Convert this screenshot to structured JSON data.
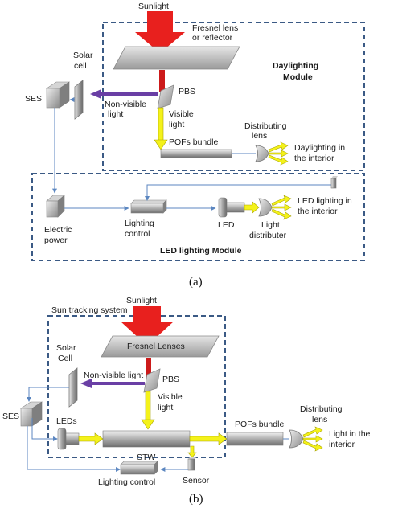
{
  "diagram_a": {
    "caption": "(a)",
    "sunlight": "Sunlight",
    "fresnel_1": "Fresnel lens",
    "fresnel_2": "or reflector",
    "daylighting_1": "Daylighting",
    "daylighting_2": "Module",
    "solar_1": "Solar",
    "solar_2": "cell",
    "ses": "SES",
    "pbs": "PBS",
    "nonvis_1": "Non-visible",
    "nonvis_2": "light",
    "vis_1": "Visible",
    "vis_2": "light",
    "pofs": "POFs bundle",
    "dist_1": "Distributing",
    "dist_2": "lens",
    "dayint_1": "Daylighting in",
    "dayint_2": "the interior",
    "electric_1": "Electric",
    "electric_2": "power",
    "lighting_1": "Lighting",
    "lighting_2": "control",
    "led": "LED",
    "ledint_1": "LED lighting in",
    "ledint_2": "the interior",
    "ldist_1": "Light",
    "ldist_2": "distributer",
    "led_module": "LED lighting Module"
  },
  "diagram_b": {
    "caption": "(b)",
    "sunlight": "Sunlight",
    "tracking": "Sun tracking system",
    "fresnel": "Fresnel Lenses",
    "solar_1": "Solar",
    "solar_2": "Cell",
    "nonvis": "Non-visible light",
    "pbs": "PBS",
    "vis_1": "Visible",
    "vis_2": "light",
    "ses": "SES",
    "leds": "LEDs",
    "stw": "STW",
    "pofs": "POFs bundle",
    "dist_1": "Distributing",
    "dist_2": "lens",
    "lightint_1": "Light in the",
    "lightint_2": "interior",
    "sensor": "Sensor",
    "lighting_control": "Lighting control"
  },
  "colors": {
    "sun_arrow": "#e8201e",
    "visible_arrow": "#f4f21a",
    "nonvisible_arrow": "#6a3fa5",
    "connector": "#5b86c0",
    "dashed_box": "#3b5a85",
    "grey_dark": "#7a7a7a",
    "grey_light": "#d9d9d9"
  }
}
